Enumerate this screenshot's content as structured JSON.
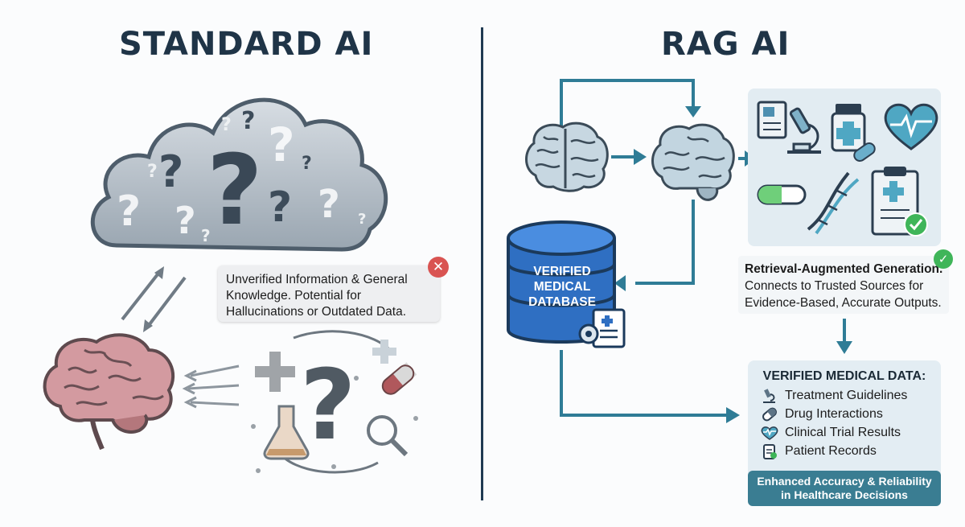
{
  "left": {
    "title": "STANDARD AI",
    "callout_lines": [
      "Unverified Information & General",
      "Knowledge. Potential for",
      "Hallucinations or Outdated Data."
    ],
    "badge_icon": "x-icon"
  },
  "right": {
    "title": "RAG AI",
    "database_label_lines": [
      "VERIFIED",
      "MEDICAL",
      "DATABASE"
    ],
    "rag_description": {
      "heading": "Retrieval-Augmented Generation.",
      "lines": [
        "Connects to Trusted Sources for",
        "Evidence-Based, Accurate Outputs."
      ]
    },
    "verified_data": {
      "title": "VERIFIED MEDICAL DATA:",
      "items": [
        {
          "label": "Treatment Guidelines",
          "icon": "microscope-icon"
        },
        {
          "label": "Drug Interactions",
          "icon": "pill-icon"
        },
        {
          "label": "Clinical Trial Results",
          "icon": "heart-icon"
        },
        {
          "label": "Patient Records",
          "icon": "clipboard-icon"
        }
      ]
    },
    "result_button_lines": [
      "Enhanced Accuracy & Reliability",
      "in Healthcare Decisions"
    ]
  },
  "colors": {
    "title": "#1f3447",
    "arrow": "#2f7c96",
    "database": "#2f6fc2",
    "cloud": "#a9b4be",
    "brain_pink": "#c98a8e",
    "brain_blue": "#9fb9c9",
    "check": "#3fb559",
    "error": "#d95452"
  }
}
